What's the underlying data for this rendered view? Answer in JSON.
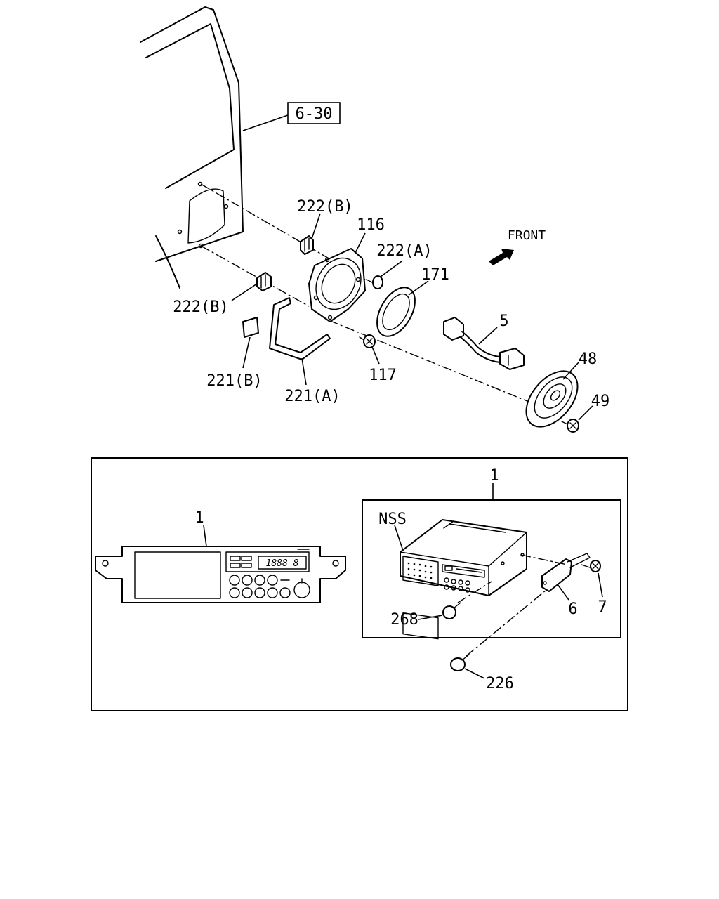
{
  "callouts": {
    "ref_6_30": "6-30",
    "p222b_top": "222(B)",
    "p116": "116",
    "p222a": "222(A)",
    "front": "FRONT",
    "p171": "171",
    "p222b_left": "222(B)",
    "p5": "5",
    "p221b": "221(B)",
    "p117": "117",
    "p221a": "221(A)",
    "p48": "48",
    "p49": "49",
    "p1_left": "1",
    "p1_right": "1",
    "nss": "NSS",
    "p268": "268",
    "p6": "6",
    "p7": "7",
    "p226": "226"
  },
  "display": {
    "lcd_text": "1888 8"
  }
}
